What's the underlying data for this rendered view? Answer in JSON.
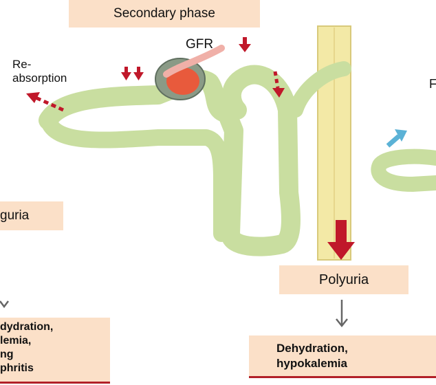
{
  "phase_title": "Secondary phase",
  "labels": {
    "gfr": "GFR",
    "reabsorption_line1": "Re-",
    "reabsorption_line2": "absorption",
    "partial_right": "F"
  },
  "boxes": {
    "oliguria_partial": "guria",
    "polyuria": "Polyuria",
    "left_result_lines": [
      "dydration,",
      "lemia,",
      "ng",
      "phritis"
    ],
    "right_result_lines": [
      "Dehydration,",
      "hypokalemia"
    ]
  },
  "colors": {
    "label_box": "#fbe0c8",
    "tubule": "#c9dea0",
    "arrow_red": "#c0182a",
    "arrow_blue": "#5bb2d6",
    "duct": "#f3e9a6",
    "divider": "#b22028"
  },
  "icons": [
    "down-arrow-icon",
    "double-down-arrow-icon",
    "dashed-arrow-icon",
    "gray-down-arrow-icon"
  ]
}
